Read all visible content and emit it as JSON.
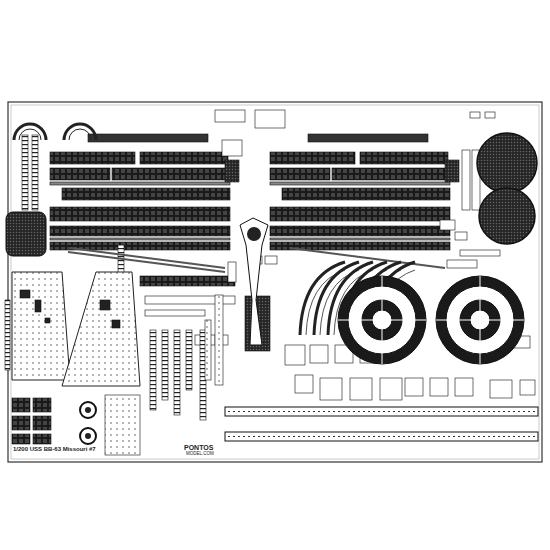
{
  "diagram": {
    "labels": [
      "1/200 USS BB-63 Missouri #7",
      "PONTOS",
      "MODEL.COM"
    ]
  }
}
